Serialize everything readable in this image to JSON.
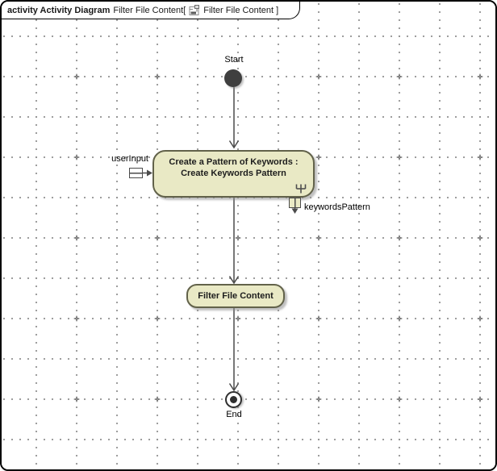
{
  "frame": {
    "header": {
      "diagram_kind": "activity Activity Diagram",
      "diagram_name": "Filter File Content[",
      "diagram_ref": "Filter File Content ]",
      "icon": "activity-diagram-icon"
    }
  },
  "diagram": {
    "type": "uml-activity-diagram",
    "nodes": {
      "start": {
        "kind": "initial-node",
        "label": "Start"
      },
      "create_pattern": {
        "kind": "call-behavior-action",
        "name_line1": "Create a Pattern of Keywords :",
        "name_line2": "Create Keywords Pattern",
        "input_pin": "userInput",
        "output_pin": "keywordsPattern",
        "icon": "rake-icon"
      },
      "filter_content": {
        "kind": "action",
        "name": "Filter File Content"
      },
      "end": {
        "kind": "activity-final-node",
        "label": "End"
      }
    },
    "flows": [
      {
        "from": "Start",
        "to": "Create a Pattern of Keywords : Create Keywords Pattern"
      },
      {
        "from": "Create a Pattern of Keywords : Create Keywords Pattern",
        "to": "Filter File Content"
      },
      {
        "from": "Filter File Content",
        "to": "End"
      }
    ],
    "colors": {
      "action_fill": "#e9e9c5",
      "action_border": "#62624a",
      "edge": "#4b4b4b",
      "node_fill_dark": "#3f3f3f",
      "grid_dot": "#8f8f8f",
      "frame_border": "#000000"
    }
  }
}
